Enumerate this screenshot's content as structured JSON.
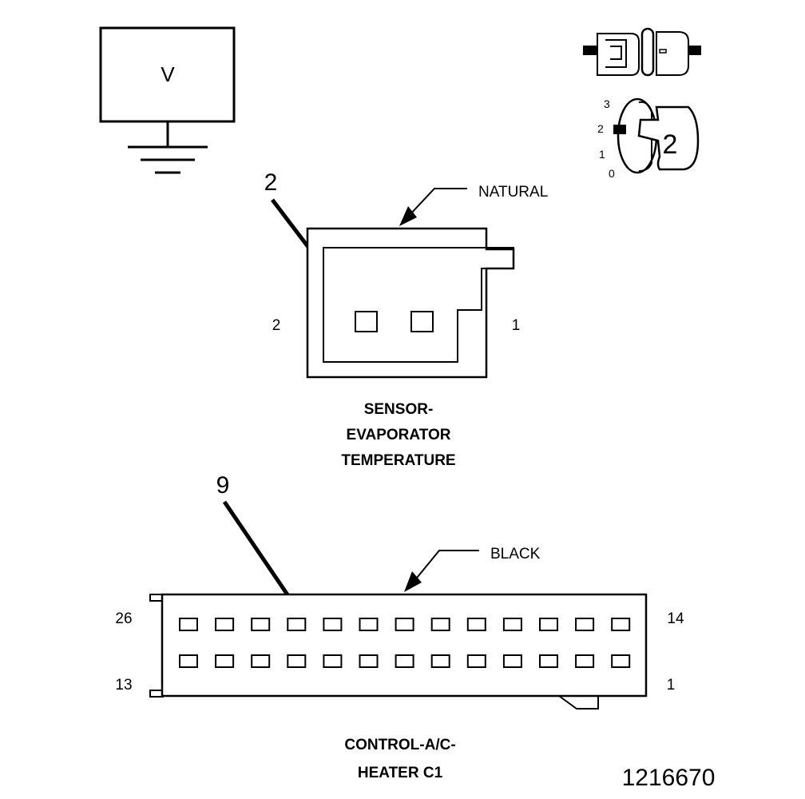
{
  "voltmeter": {
    "symbol": "V"
  },
  "key_icon": {
    "positions": [
      "3",
      "2",
      "1",
      "0"
    ],
    "selected": "2"
  },
  "sensor": {
    "callout": "2",
    "color": "NATURAL",
    "pin_left": "2",
    "pin_right": "1",
    "title_lines": [
      "SENSOR-",
      "EVAPORATOR",
      "TEMPERATURE"
    ]
  },
  "control": {
    "callout": "9",
    "color": "BLACK",
    "pin_top_left": "26",
    "pin_top_right": "14",
    "pin_bottom_left": "13",
    "pin_bottom_right": "1",
    "title_lines": [
      "CONTROL-A/C-",
      "HEATER C1"
    ],
    "pins_per_row": 13
  },
  "figure_id": "1216670"
}
